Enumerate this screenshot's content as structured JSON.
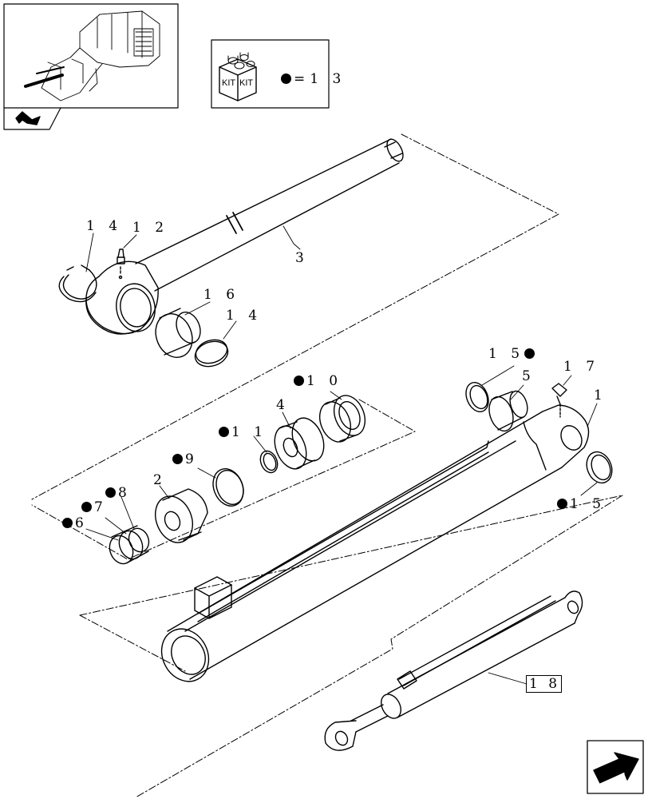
{
  "kit_legend": {
    "kit_label_left": "KIT",
    "kit_label_right": "KIT",
    "equals": "=",
    "ref": "1 3"
  },
  "callouts": {
    "c1": "1",
    "c2": "2",
    "c3": "3",
    "c4": "4",
    "c5": "5",
    "c6": "6",
    "c7": "7",
    "c8": "8",
    "c9": "9",
    "c10": "1 0",
    "c11": "1 1",
    "c12": "1 2",
    "c14a": "1 4",
    "c14b": "1 4",
    "c15a": "1 5",
    "c15b": "1 5",
    "c16": "1 6",
    "c17": "1 7",
    "c18": "1 8"
  },
  "icons": {
    "nav_prev": "arrow-back-icon",
    "nav_next": "arrow-forward-icon",
    "kit_box": "kit-box-icon",
    "overview": "tractor-overview-thumbnail"
  }
}
